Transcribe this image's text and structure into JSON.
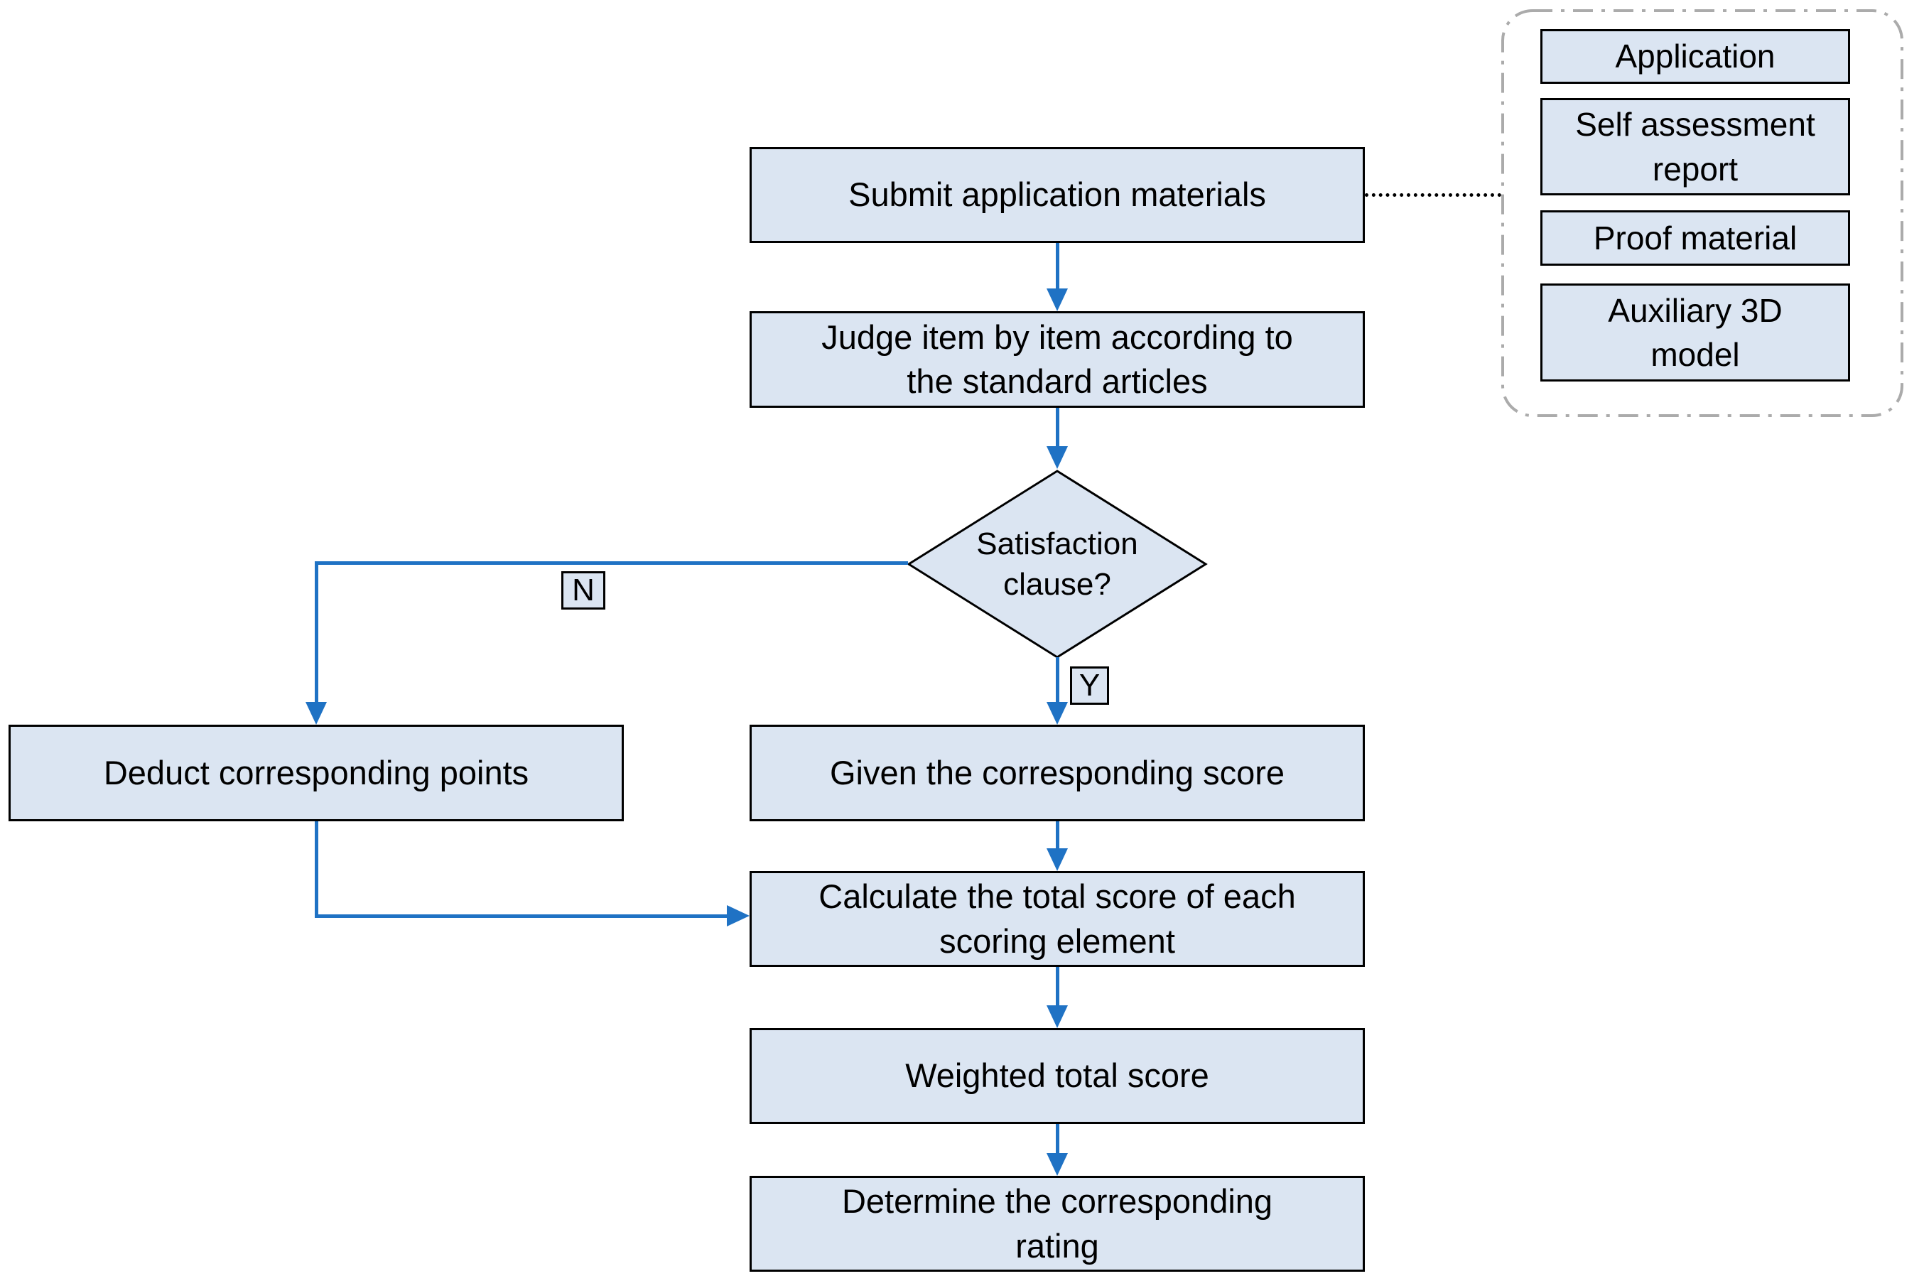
{
  "colors": {
    "node_fill": "#dbe5f2",
    "node_border": "#000000",
    "arrow": "#1f72c4",
    "panel_border": "#ababab",
    "background": "#ffffff",
    "text": "#000000"
  },
  "flowchart": {
    "nodes": {
      "submit": {
        "label": "Submit application materials"
      },
      "judge": {
        "label": "Judge item by item according to\nthe standard articles"
      },
      "decision": {
        "label": "Satisfaction\nclause?"
      },
      "given": {
        "label": "Given the corresponding score"
      },
      "deduct": {
        "label": "Deduct corresponding points"
      },
      "calculate": {
        "label": "Calculate the total score of each\nscoring element"
      },
      "weighted": {
        "label": "Weighted total score"
      },
      "determine": {
        "label": "Determine the corresponding\nrating"
      }
    },
    "branch_labels": {
      "yes": "Y",
      "no": "N"
    }
  },
  "attachments_panel": {
    "items": [
      {
        "label": "Application"
      },
      {
        "label": "Self assessment\nreport"
      },
      {
        "label": "Proof material"
      },
      {
        "label": "Auxiliary 3D\nmodel"
      }
    ]
  }
}
